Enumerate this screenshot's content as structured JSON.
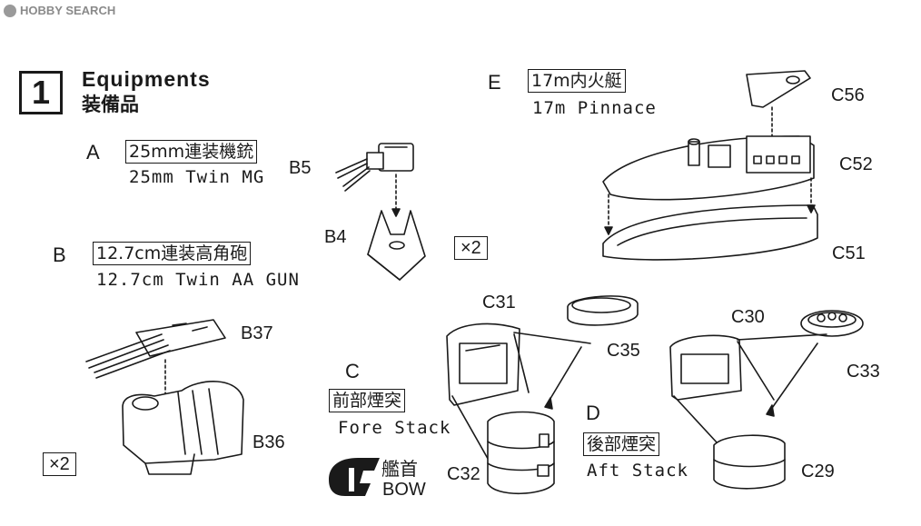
{
  "watermark": {
    "text": "HOBBY SEARCH",
    "icon": "hobby-search-logo-icon"
  },
  "step": {
    "number": "1",
    "title_en": "Equipments",
    "title_jp": "装備品"
  },
  "items": {
    "A": {
      "letter": "A",
      "jp": "25mm連装機銃",
      "en": "25mm Twin MG"
    },
    "B": {
      "letter": "B",
      "jp": "12.7cm連装高角砲",
      "en": "12.7cm Twin AA GUN"
    },
    "C": {
      "letter": "C",
      "jp": "前部煙突",
      "en": "Fore Stack"
    },
    "D": {
      "letter": "D",
      "jp": "後部煙突",
      "en": "Aft Stack"
    },
    "E": {
      "letter": "E",
      "jp": "17m内火艇",
      "en": "17m Pinnace"
    }
  },
  "parts": {
    "B5": "B5",
    "B4": "B4",
    "B37": "B37",
    "B36": "B36",
    "C56": "C56",
    "C52": "C52",
    "C51": "C51",
    "C31": "C31",
    "C35": "C35",
    "C32": "C32",
    "C30": "C30",
    "C33": "C33",
    "C29": "C29"
  },
  "multipliers": {
    "x2_a": "×2",
    "x2_b": "×2"
  },
  "bow": {
    "jp": "艦首",
    "en": "BOW",
    "icon": "bow-marker-icon"
  }
}
